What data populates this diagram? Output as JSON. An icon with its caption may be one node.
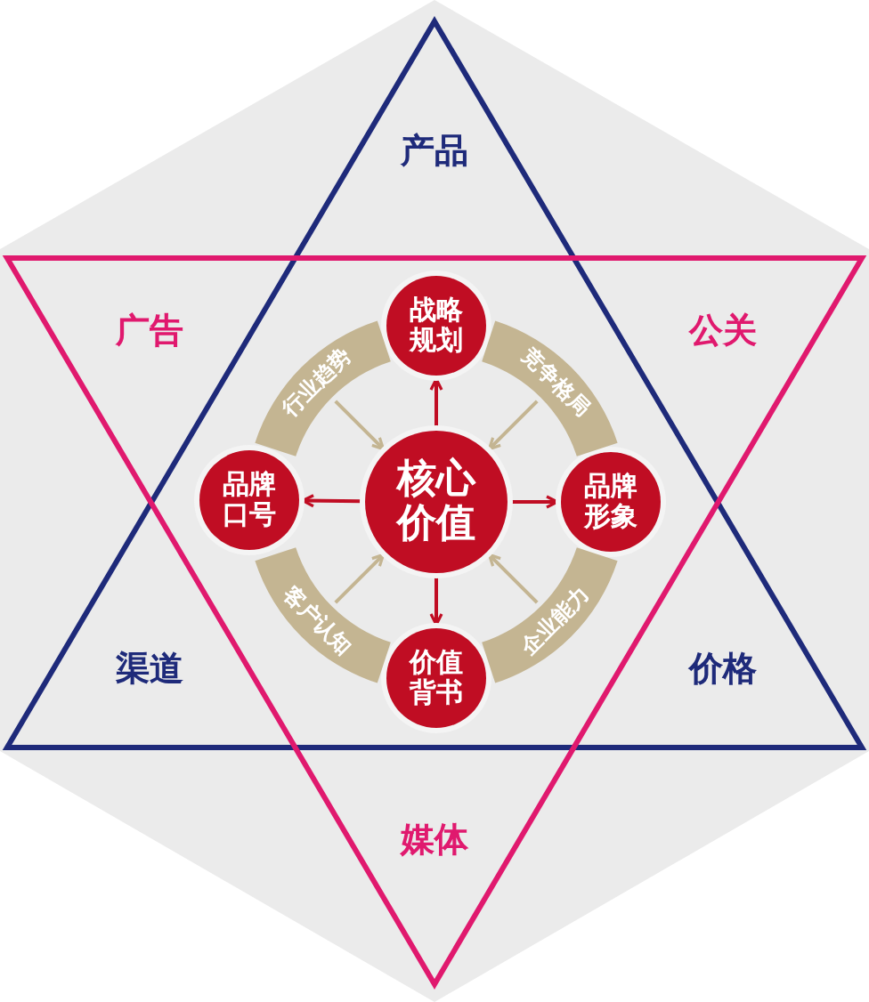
{
  "diagram": {
    "nodes": [
      {
        "text": [
          "核心价值"
        ]
      },
      {
        "text": [
          "战略规划"
        ]
      },
      {
        "text": [
          "品牌口号"
        ]
      },
      {
        "text": [
          "品牌形象"
        ]
      },
      {
        "text": [
          "价值背书"
        ]
      },
      {
        "text": [
          "行业趋势"
        ]
      },
      {
        "text": [
          "竞争格局"
        ]
      },
      {
        "text": [
          "客户认知"
        ]
      },
      {
        "text": [
          "企业能力"
        ]
      }
    ],
    "edges": [
      {
        "from": 0,
        "to": 1,
        "arrow": "to",
        "color": "#c00d23"
      },
      {
        "from": 0,
        "to": 2,
        "arrow": "to",
        "color": "#c00d23"
      },
      {
        "from": 0,
        "to": 3,
        "arrow": "to",
        "color": "#c00d23"
      },
      {
        "from": 0,
        "to": 4,
        "arrow": "to",
        "color": "#c00d23"
      },
      {
        "from": 5,
        "to": 0,
        "arrow": "to",
        "color": "#c4b592"
      },
      {
        "from": 6,
        "to": 0,
        "arrow": "to",
        "color": "#c4b592"
      },
      {
        "from": 7,
        "to": 0,
        "arrow": "to",
        "color": "#c4b592"
      },
      {
        "from": 8,
        "to": 0,
        "arrow": "to",
        "color": "#c4b592"
      }
    ],
    "labels": [
      "产品",
      "广告",
      "公关",
      "渠道",
      "价格",
      "媒体"
    ]
  }
}
